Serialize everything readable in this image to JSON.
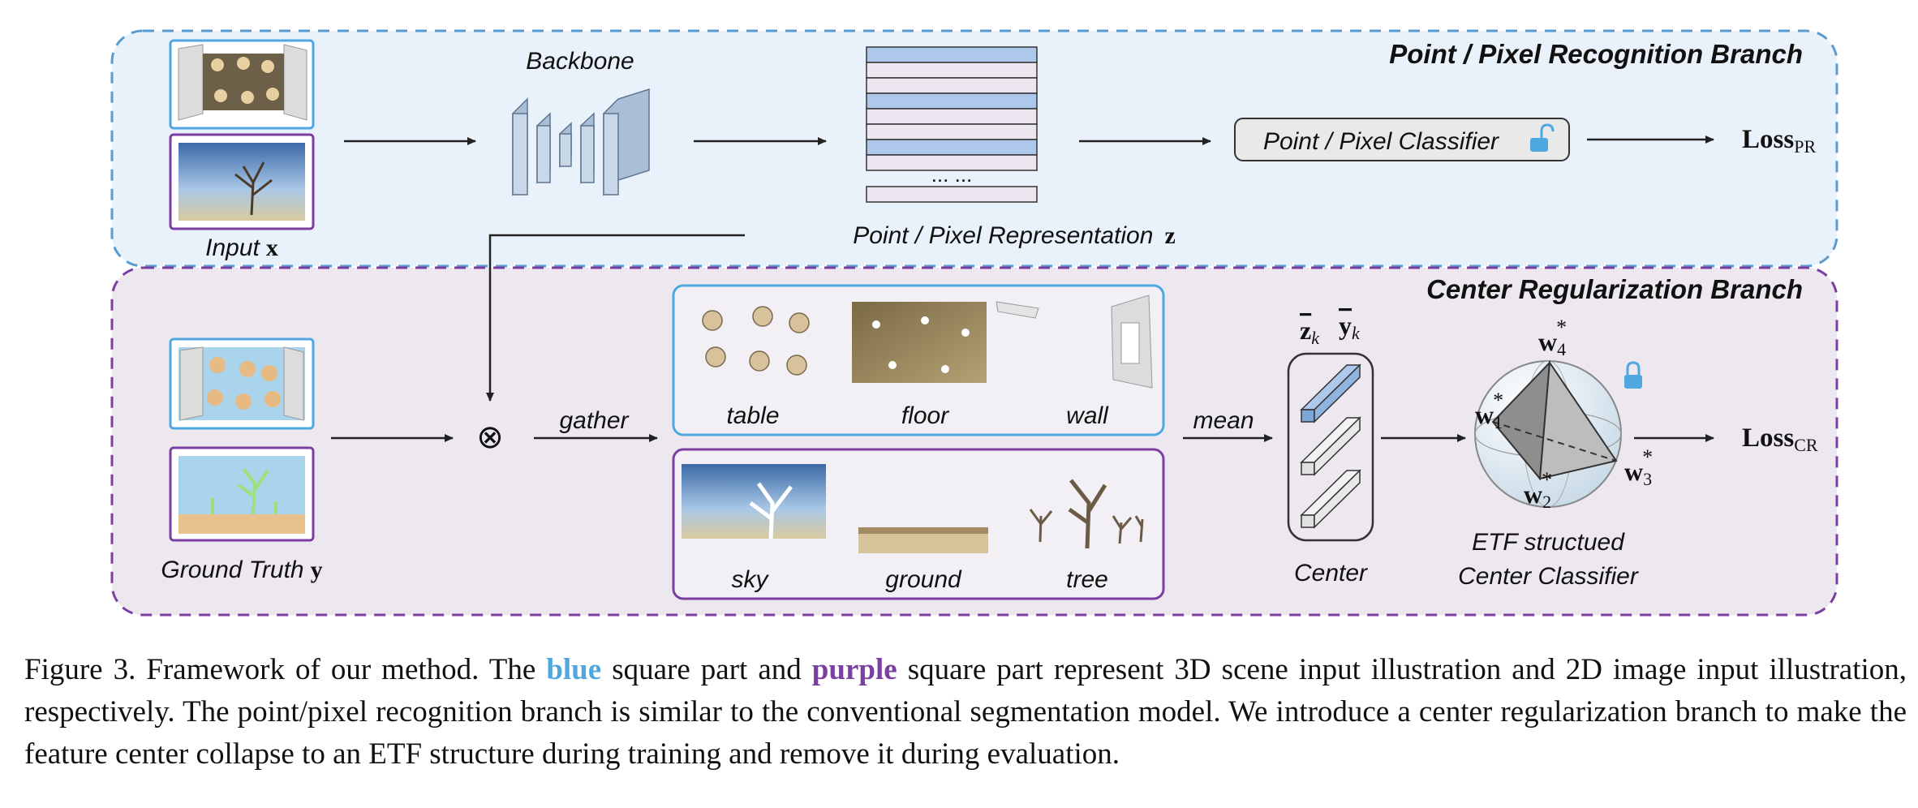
{
  "colors": {
    "blue_accent": "#4fa7e0",
    "purple_accent": "#7a3fa0",
    "blue_bg": "#e9f2fa",
    "purple_bg": "#ede8f0"
  },
  "top_branch": {
    "title": "Point / Pixel Recognition Branch",
    "input_label": "Input",
    "input_symbol": "x",
    "backbone_label": "Backbone",
    "ellipsis": "... ...",
    "representation_label": "Point / Pixel Representation",
    "representation_symbol": "z",
    "classifier_label": "Point / Pixel Classifier",
    "lock_icon": "unlocked-padlock-icon",
    "loss_main": "Loss",
    "loss_sub": "PR"
  },
  "bottom_branch": {
    "title": "Center Regularization Branch",
    "ground_truth_label": "Ground Truth",
    "ground_truth_symbol": "y",
    "otimes": "⊗",
    "gather_label": "gather",
    "mean_label": "mean",
    "classes_blue": [
      "table",
      "floor",
      "wall"
    ],
    "classes_purple": [
      "sky",
      "ground",
      "tree"
    ],
    "center_label": "Center",
    "center_z": "z",
    "center_y": "y",
    "center_sub": "k",
    "w1": "w",
    "w1_sub": "1",
    "w2": "w",
    "w2_sub": "2",
    "w3": "w",
    "w3_sub": "3",
    "w4": "w",
    "w4_sub": "4",
    "w_star": "*",
    "etf_label_1": "ETF structued",
    "etf_label_2": "Center Classifier",
    "lock_icon": "locked-padlock-icon",
    "loss_main": "Loss",
    "loss_sub": "CR"
  },
  "caption": {
    "prefix": "Figure 3. Framework of our method. The",
    "blue_word": "blue",
    "mid1": "square part and",
    "purple_word": "purple",
    "rest": "square part represent 3D scene input illustration and 2D image input illustration, respectively. The point/pixel recognition branch is similar to the conventional segmentation model. We introduce a center regularization branch to make the feature center collapse to an ETF structure during training and remove it during evaluation."
  }
}
